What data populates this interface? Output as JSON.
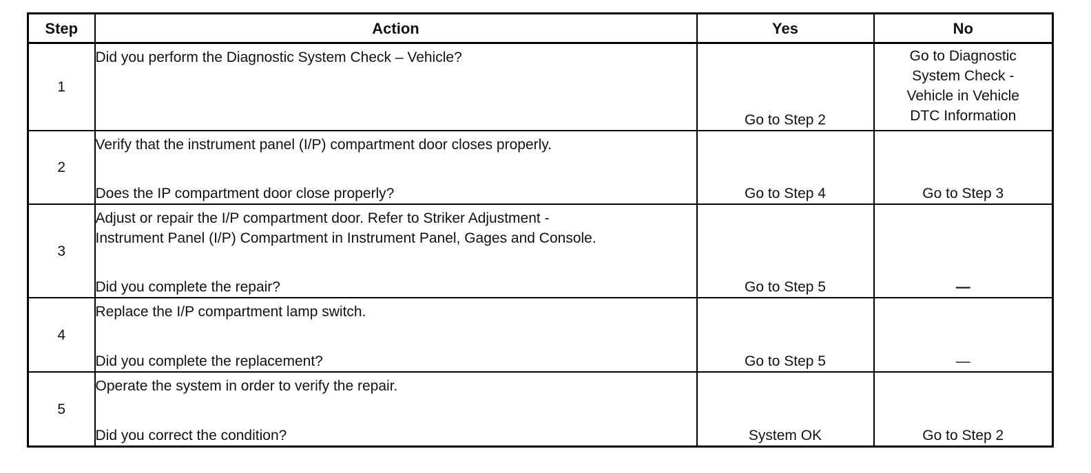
{
  "headers": {
    "step": "Step",
    "action": "Action",
    "yes": "Yes",
    "no": "No"
  },
  "rows": [
    {
      "step": "1",
      "instruction": "Did you perform the Diagnostic System Check – Vehicle?",
      "question": "",
      "yes": "Go to Step 2",
      "no_lines": [
        "Go to Diagnostic",
        "System Check -",
        "Vehicle in Vehicle",
        "DTC Information"
      ]
    },
    {
      "step": "2",
      "instruction": "Verify that the instrument panel (I/P) compartment door closes properly.",
      "question": "Does the IP compartment door close properly?",
      "yes": "Go to Step 4",
      "no": "Go to Step 3"
    },
    {
      "step": "3",
      "instruction_lines": [
        "Adjust or repair the I/P compartment door. Refer to Striker Adjustment -",
        "Instrument Panel (I/P) Compartment in Instrument Panel, Gages and Console."
      ],
      "question": "Did you complete the repair?",
      "yes": "Go to Step 5",
      "no": "—"
    },
    {
      "step": "4",
      "instruction": "Replace the I/P compartment lamp switch.",
      "question": "Did you complete the replacement?",
      "yes": "Go to Step 5",
      "no": "—"
    },
    {
      "step": "5",
      "instruction": "Operate the system in order to verify the repair.",
      "question": "Did you correct the condition?",
      "yes": "System OK",
      "no": "Go to Step 2"
    }
  ]
}
